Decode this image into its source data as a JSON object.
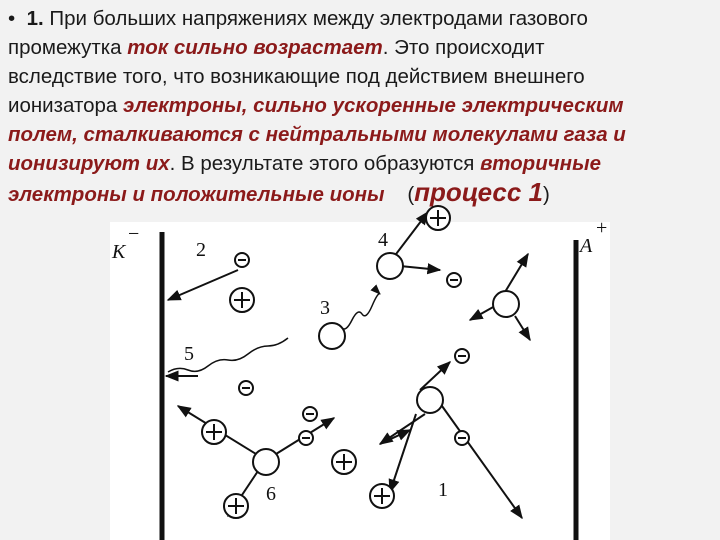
{
  "text": {
    "l1_bullet": "•",
    "l1_num": "1.",
    "l1_rest": "При больших напряжениях между электродами газового",
    "l2_a": "промежутка",
    "l2_em": "ток сильно возрастает",
    "l2_b": ". Это происходит",
    "l3": "вследствие того, что возникающие под действием внешнего",
    "l4_a": "ионизатора",
    "l4_em": "электроны, сильно ускоренные электрическим",
    "l5_em": "полем, сталкиваются с нейтральными молекулами газа и",
    "l6_em": "ионизируют их",
    "l6_b": ". В результате этого образуются",
    "l6_em2": "вторичные",
    "l7_em": "электроны и положительные ионы",
    "l7_open": "(",
    "l7_proc": "процесс 1",
    "l7_close": ")"
  },
  "figure": {
    "cathode_label": "K",
    "cathode_sign": "−",
    "anode_label": "A",
    "anode_sign": "+",
    "process_labels": [
      "2",
      "4",
      "3",
      "5",
      "6",
      "1"
    ],
    "electron_symbol": "−",
    "ion_symbol": "+"
  }
}
